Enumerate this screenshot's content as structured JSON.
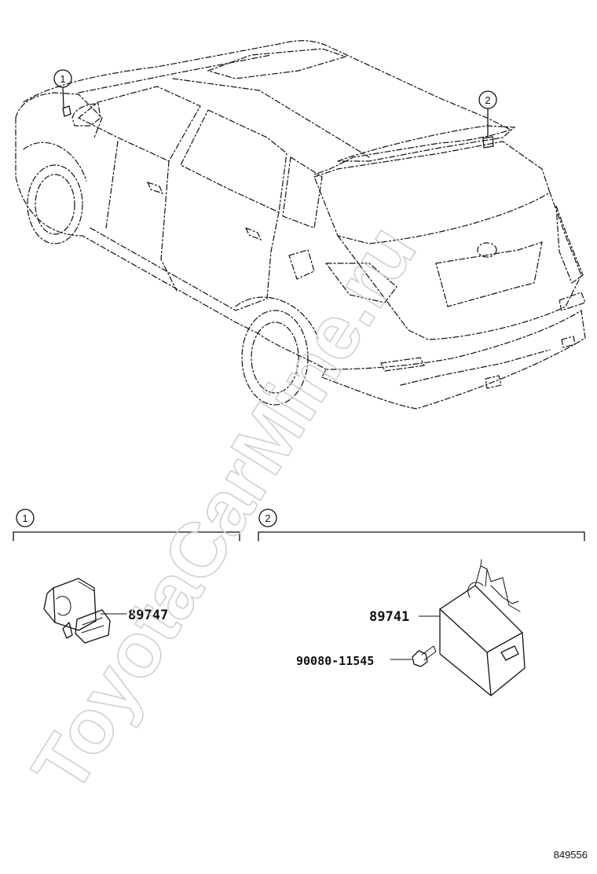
{
  "callouts": {
    "one": "1",
    "two": "2"
  },
  "sections": [
    {
      "callout": "1"
    },
    {
      "callout": "2"
    }
  ],
  "parts": {
    "sensor_part_no": "89747",
    "module_part_no": "89741",
    "bolt_part_no": "90080-11545"
  },
  "figure_id": "849556",
  "watermark": "ToyotaCarMine.ru",
  "colors": {
    "line": "#111111",
    "watermark": "#d0d0d0",
    "background": "#ffffff"
  }
}
